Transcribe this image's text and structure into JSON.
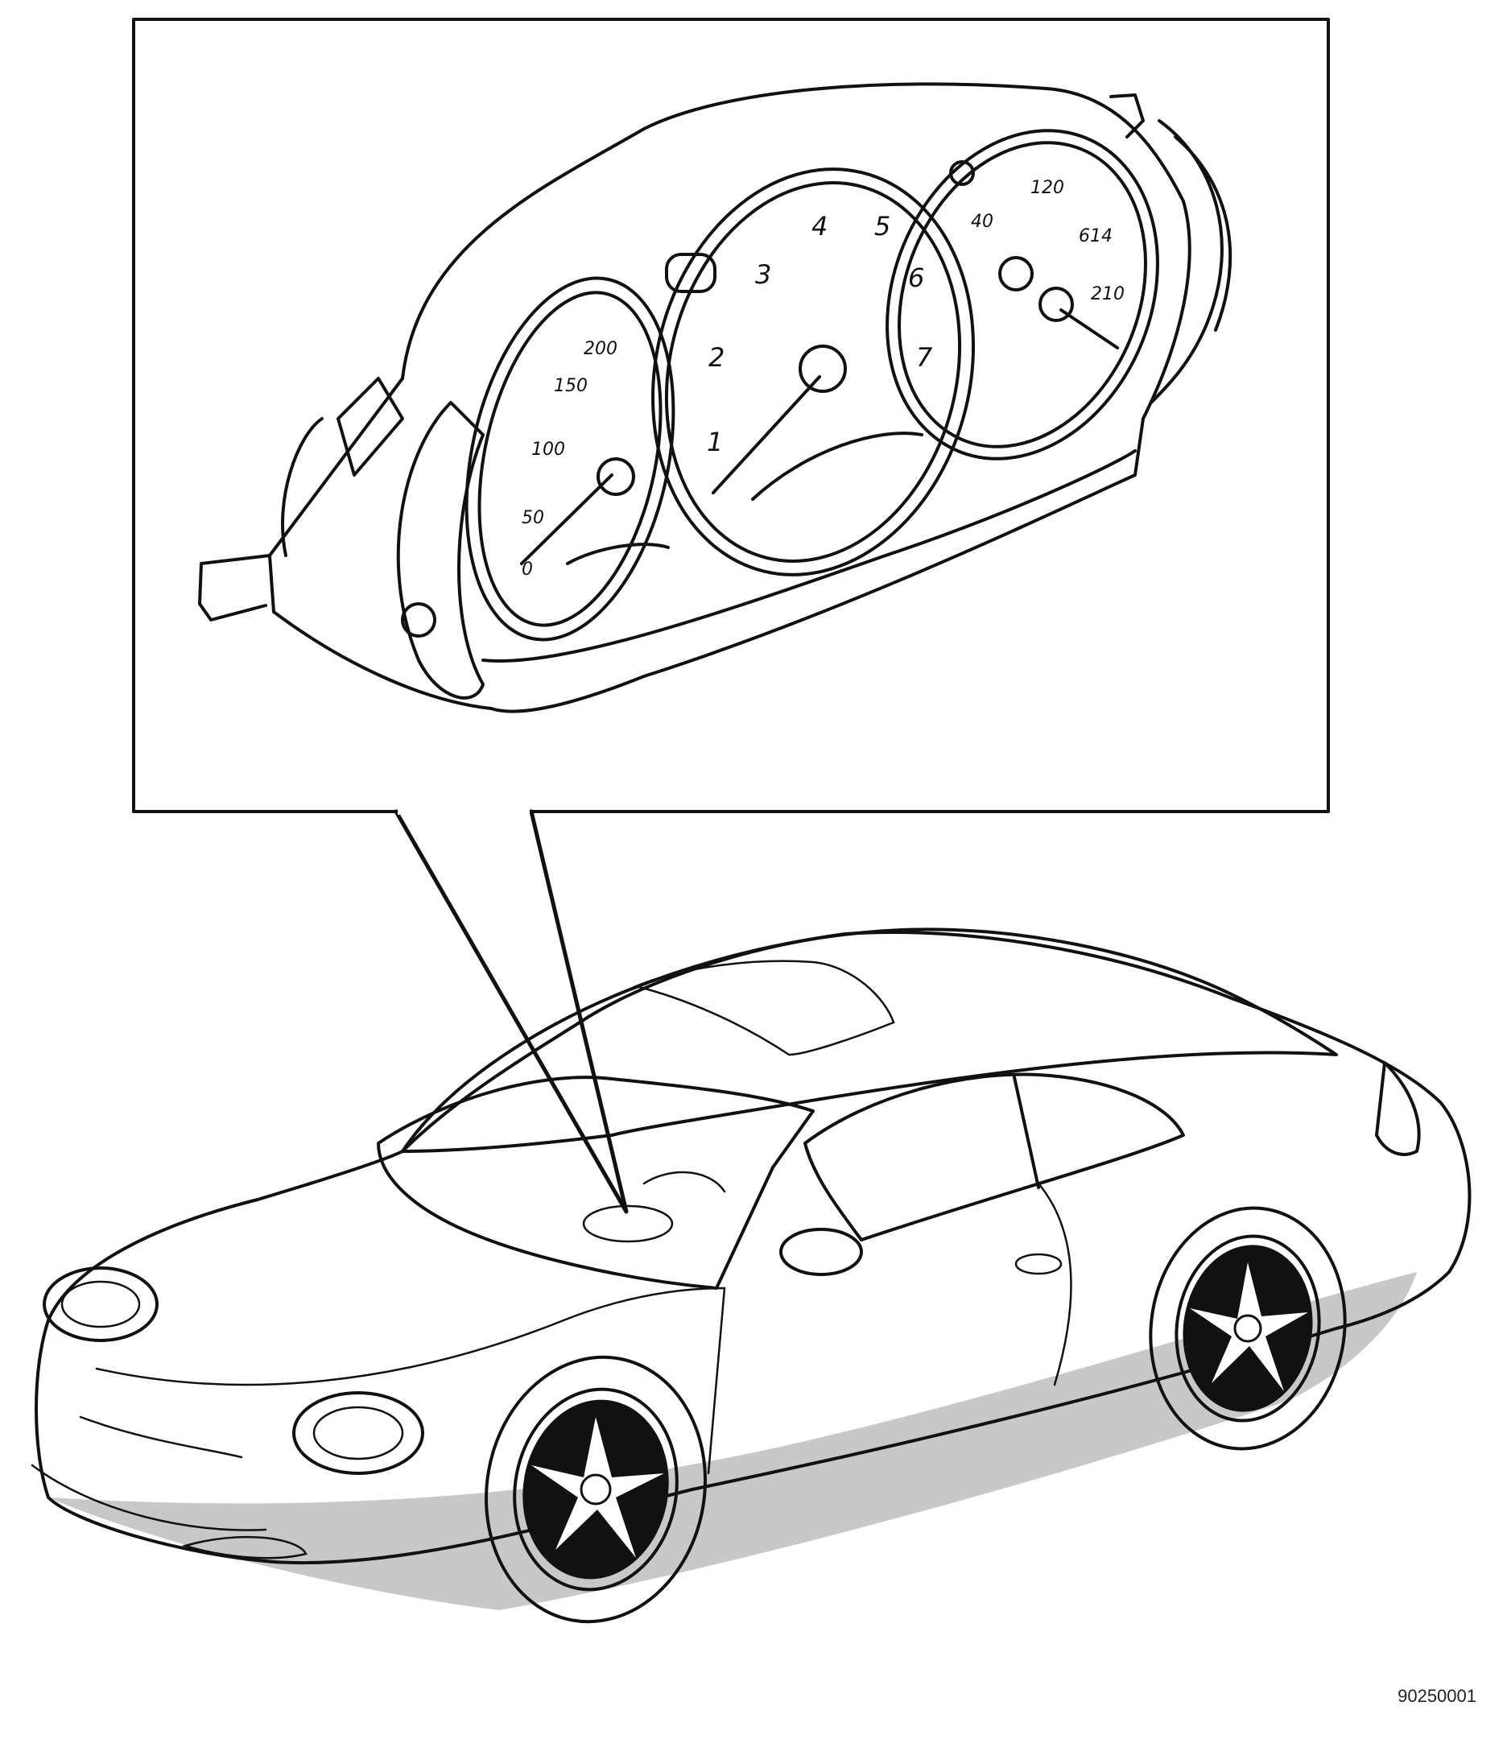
{
  "figure": {
    "code": "90250001"
  },
  "cluster": {
    "speedometer": {
      "labels": [
        "0",
        "50",
        "100",
        "150",
        "200"
      ]
    },
    "tachometer": {
      "labels": [
        "1",
        "2",
        "3",
        "4",
        "5",
        "6",
        "7"
      ]
    },
    "aux_gauge": {
      "labels": [
        "40",
        "120",
        "614",
        "210"
      ]
    }
  },
  "colors": {
    "ink": "#111111",
    "shadow": "#c8c8c8",
    "paper": "#ffffff"
  }
}
